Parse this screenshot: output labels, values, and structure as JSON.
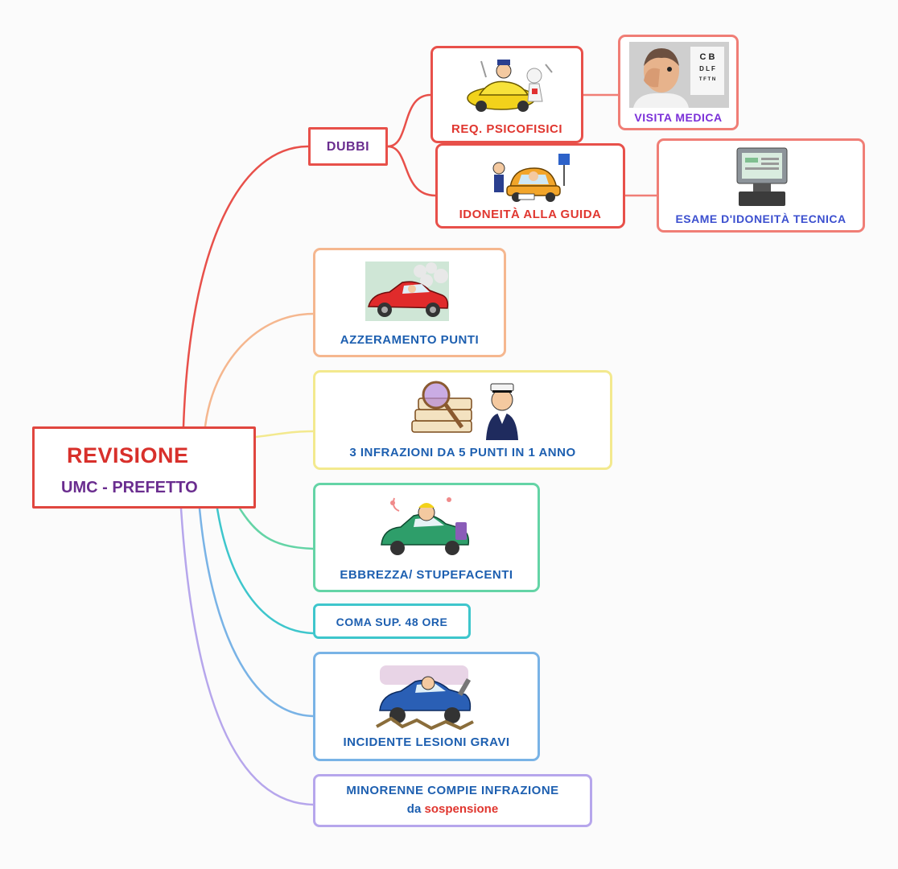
{
  "root": {
    "title": "REVISIONE",
    "subtitle": "UMC - PREFETTO"
  },
  "dubbi": {
    "label": "DUBBI",
    "req": {
      "label": "REQ. PSICOFISICI",
      "child": {
        "label": "VISITA MEDICA"
      }
    },
    "idoneita": {
      "label": "IDONEITÀ ALLA GUIDA",
      "child": {
        "label": "ESAME D'IDONEITÀ TECNICA"
      }
    }
  },
  "branches": {
    "azzeramento": "AZZERAMENTO PUNTI",
    "infrazioni": "3 INFRAZIONI DA 5 PUNTI IN 1 ANNO",
    "ebbrezza": "EBBREZZA/ STUPEFACENTI",
    "coma": "COMA SUP. 48 ORE",
    "incidente": "INCIDENTE LESIONI GRAVI",
    "minorenne": {
      "line1": "MINORENNE COMPIE INFRAZIONE",
      "line2a": "da",
      "line2b": "sospensione"
    }
  },
  "eye_chart": {
    "row1": "C B",
    "row2": "D L F",
    "row3": "T F T N"
  },
  "colors": {
    "dubbi_branch": "#e8504a",
    "azzeramento_branch": "#f5b78f",
    "infrazioni_branch": "#f3e98e",
    "ebbrezza_branch": "#64d4a6",
    "coma_branch": "#3ec6cc",
    "incidente_branch": "#79b3e6",
    "minorenne_branch": "#b6a6ec",
    "root_title": "#d8302b",
    "root_subtitle": "#6a2d8f",
    "branch_text": "#1d5fb0"
  },
  "icons": {
    "req": "police-car-illustration-icon",
    "idoneita": "driving-test-car-icon",
    "visita": "eye-exam-doctor-photo-icon",
    "esame": "computer-terminal-icon",
    "azzeramento": "red-car-exhaust-icon",
    "infrazioni": "books-magnifier-policeman-icon",
    "ebbrezza": "drunk-driver-green-car-icon",
    "incidente": "car-crash-blue-car-icon"
  }
}
